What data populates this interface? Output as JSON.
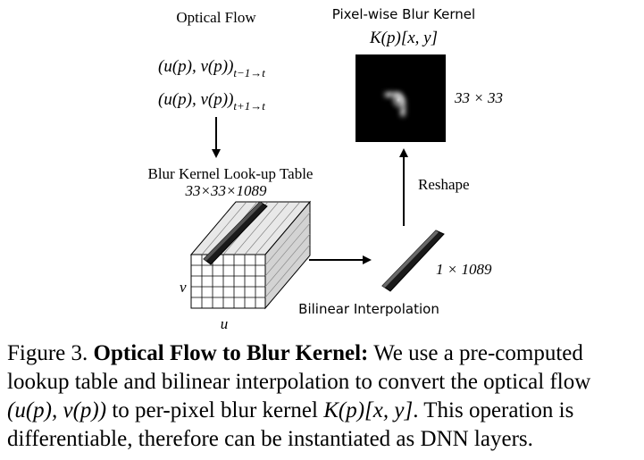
{
  "diagram": {
    "optical_flow_title": "Optical Flow",
    "flow_prev_main": "(u(p), v(p))",
    "flow_prev_sub": "t−1→t",
    "flow_next_main": "(u(p), v(p))",
    "flow_next_sub": "t+1→t",
    "lookup_title": "Blur Kernel Look-up Table",
    "lookup_dims": "33×33×1089",
    "axis_v": "v",
    "axis_u": "u",
    "interp_label": "Bilinear Interpolation",
    "vector_size": "1 × 1089",
    "reshape_label": "Reshape",
    "kernel_title": "Pixel-wise Blur Kernel",
    "kernel_expr": "K(p)[x, y]",
    "kernel_size": "33 × 33"
  },
  "caption": {
    "prefix": "Figure 3.",
    "bold": "Optical Flow to Blur Kernel:",
    "line1_rest": "We use a pre-computed",
    "line2": "lookup table and bilinear interpolation to convert the optical flow",
    "line3_flow": "(u(p), v(p))",
    "line3_mid": "to per-pixel blur kernel",
    "line3_kernel": "K(p)[x, y]",
    "line3_end": ". This operation is",
    "line4": "differentiable, therefore can be instantiated as DNN layers."
  },
  "colors": {
    "kernel_background": "#000000",
    "cube_front": "#ffffff",
    "cube_side": "#d9d9d9",
    "bar": "#1a1a1a"
  }
}
